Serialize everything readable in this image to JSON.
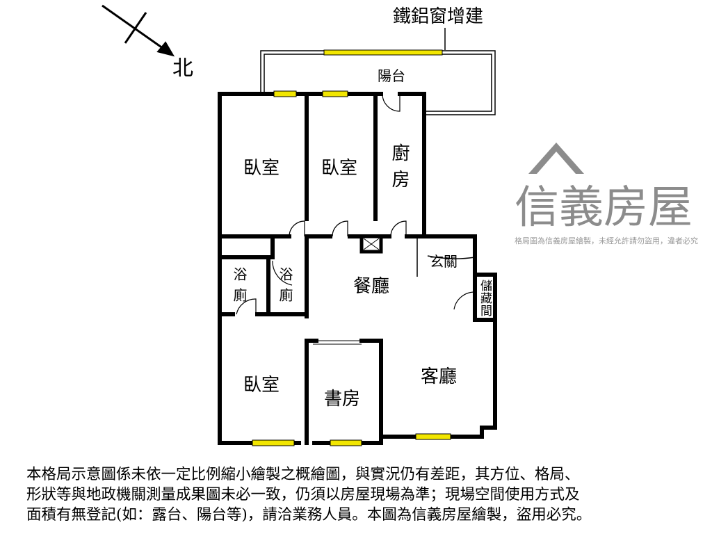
{
  "compass": {
    "label": "北"
  },
  "addition_label": "鐵鋁窗增建",
  "rooms": {
    "balcony": "陽台",
    "bedroom1": "臥室",
    "bedroom2": "臥室",
    "kitchen": "廚房",
    "bath1": "浴廁",
    "bath2": "浴廁",
    "entrance": "玄關",
    "dining": "餐廳",
    "storage": "儲藏間",
    "bedroom3": "臥室",
    "study": "書房",
    "living": "客廳"
  },
  "watermark": {
    "brand": "信義房屋",
    "text": "格局圖為信義房屋繪製，未經允許請勿盜用，違者必究"
  },
  "colors": {
    "wall": "#000000",
    "window": "#f2e600",
    "watermark": "#8c8c8c"
  },
  "note": [
    "本格局示意圖係未依一定比例縮小繪製之概繪圖，與實況仍有差距，其方位、格局、",
    "形狀等與地政機關測量成果圖未必一致，仍須以房屋現場為準；現場空間使用方式及",
    "面積有無登記(如：露台、陽台等)，請洽業務人員。本圖為信義房屋繪製，盜用必究。"
  ]
}
